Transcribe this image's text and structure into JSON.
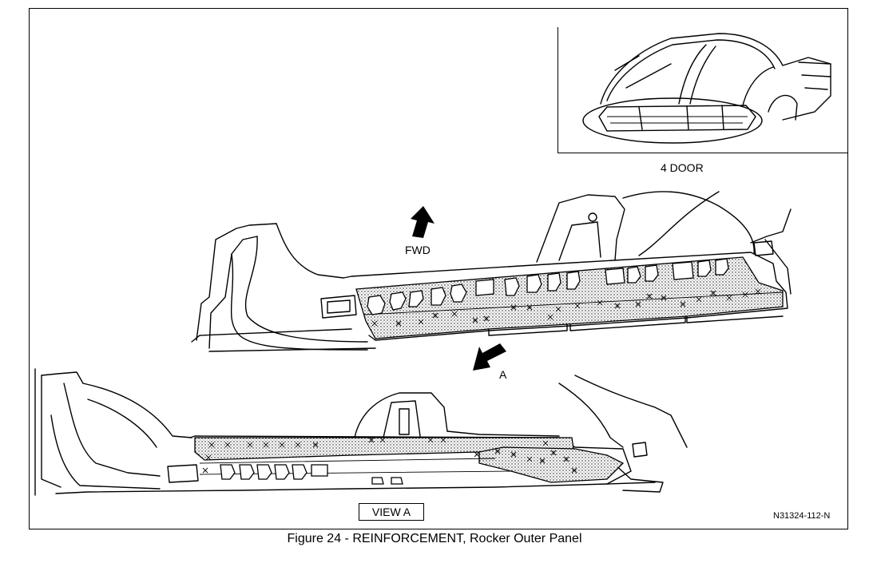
{
  "labels": {
    "inset_title": "4 DOOR",
    "fwd": "FWD",
    "view_pointer": "A",
    "view_title": "VIEW A",
    "figure_ref": "N31324-112-N"
  },
  "caption": "Figure 24 - REINFORCEMENT, Rocker Outer Panel",
  "icons": [
    "forward-arrow-icon",
    "view-a-arrow-icon"
  ]
}
